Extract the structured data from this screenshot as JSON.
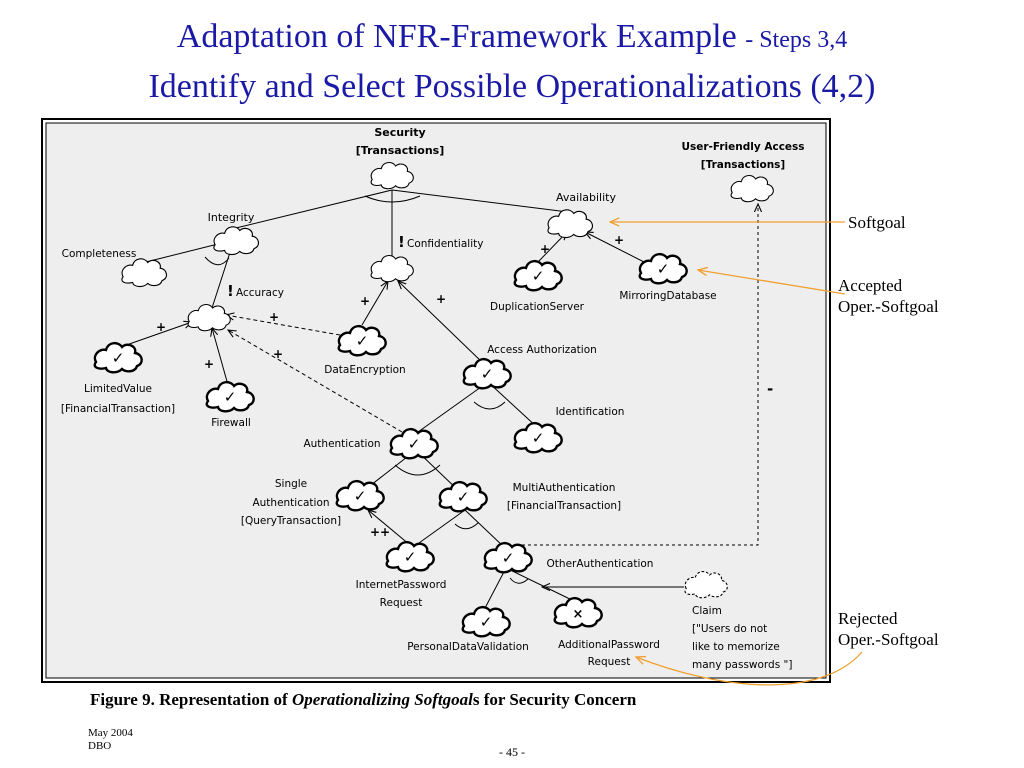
{
  "slide": {
    "title_main": "Adaptation of NFR-Framework Example",
    "title_steps": "- Steps 3,4",
    "title_line2": "Identify and Select Possible Operationalizations (4,2)",
    "caption_prefix": "Figure 9. Representation of",
    "caption_italic": "Operationalizing Softgoal",
    "caption_suffix": "s for Security Concern",
    "footer_date": "May 2004",
    "footer_author": "DBO",
    "page_number": "- 45 -"
  },
  "callouts": {
    "softgoal": "Softgoal",
    "accepted_line1": "Accepted",
    "accepted_line2": "Oper.-Softgoal",
    "rejected_line1": "Rejected",
    "rejected_line2": "Oper.-Softgoal"
  },
  "diagram": {
    "security_line1": "Security",
    "security_line2": "[Transactions]",
    "user_friendly_line1": "User-Friendly Access",
    "user_friendly_line2": "[Transactions]",
    "integrity": "Integrity",
    "availability": "Availability",
    "completeness": "Completeness",
    "confidentiality": "Confidentiality",
    "accuracy": "Accuracy",
    "duplication_server": "DuplicationServer",
    "mirroring_database": "MirroringDatabase",
    "limited_value_line1": "LimitedValue",
    "limited_value_line2": "[FinancialTransaction]",
    "firewall": "Firewall",
    "data_encryption": "DataEncryption",
    "access_authorization": "Access Authorization",
    "identification": "Identification",
    "authentication": "Authentication",
    "single_auth_line1": "Single",
    "single_auth_line2": "Authentication",
    "single_auth_line3": "[QueryTransaction]",
    "multi_auth_line1": "MultiAuthentication",
    "multi_auth_line2": "[FinancialTransaction]",
    "internet_pw_line1": "InternetPassword",
    "internet_pw_line2": "Request",
    "other_auth": "OtherAuthentication",
    "personal_data": "PersonalDataValidation",
    "additional_pw_line1": "AdditionalPassword",
    "additional_pw_line2": "Request",
    "claim_line1": "Claim",
    "claim_line2": "[\"Users do not",
    "claim_line3": "like to memorize",
    "claim_line4": "many passwords \"]",
    "exclaim": "!",
    "plus": "+",
    "plusplus": "++",
    "minus": "-",
    "check": "✓",
    "cross": "×"
  },
  "colors": {
    "title": "#1a1aa6",
    "callout_line": "#f0a030",
    "panel_bg": "#eeeeee"
  }
}
